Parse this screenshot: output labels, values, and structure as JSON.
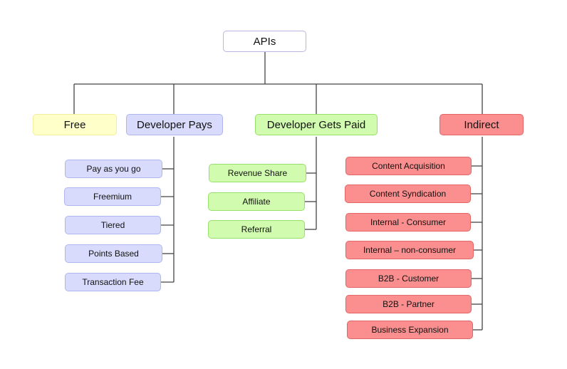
{
  "root": {
    "label": "APIs"
  },
  "categories": {
    "free": {
      "label": "Free"
    },
    "developer_pays": {
      "label": "Developer Pays",
      "items": [
        "Pay as you go",
        "Freemium",
        "Tiered",
        "Points Based",
        "Transaction Fee"
      ]
    },
    "developer_gets_paid": {
      "label": "Developer Gets Paid",
      "items": [
        "Revenue Share",
        "Affiliate",
        "Referral"
      ]
    },
    "indirect": {
      "label": "Indirect",
      "items": [
        "Content Acquisition",
        "Content Syndication",
        "Internal - Consumer",
        "Internal – non-consumer",
        "B2B - Customer",
        "B2B - Partner",
        "Business Expansion"
      ]
    }
  },
  "colors": {
    "free": "#feffc9",
    "developer_pays": "#d8dbfb",
    "developer_gets_paid": "#d1fbae",
    "indirect": "#fb8e8e",
    "connector": "#444444"
  }
}
